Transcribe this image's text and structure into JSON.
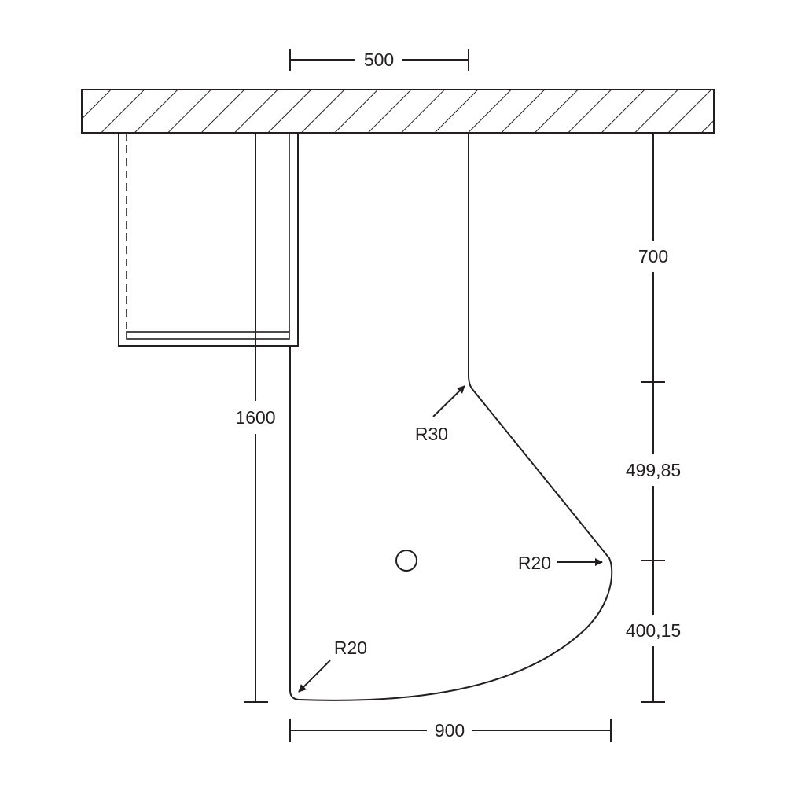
{
  "dimensions": {
    "top_width": "500",
    "total_height": "1600",
    "segment_upper": "700",
    "segment_middle": "499,85",
    "segment_lower": "400,15",
    "bottom_width": "900"
  },
  "radii": {
    "upper_corner": "R30",
    "right_corner": "R20",
    "bottom_left_corner": "R20"
  },
  "colors": {
    "ink": "#231f20",
    "background": "#ffffff"
  }
}
